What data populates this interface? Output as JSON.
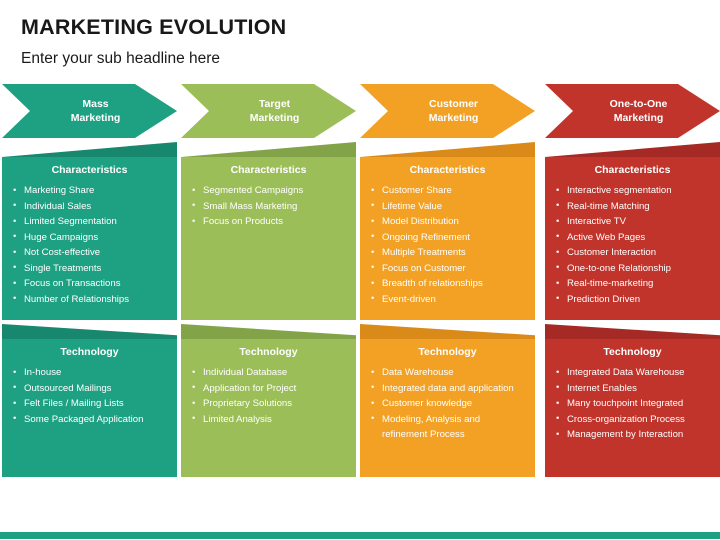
{
  "header": {
    "title": "MARKETING EVOLUTION",
    "subtitle": "Enter your sub headline here"
  },
  "labels": {
    "characteristics": "Characteristics",
    "technology": "Technology"
  },
  "theme": {
    "accent_bar": "#1DA182",
    "title_color": "#181818",
    "bullet_color": "#FFFFFF"
  },
  "columns": [
    {
      "id": "mass-marketing",
      "arrow_label": "Mass\nMarketing",
      "color": "#1DA182",
      "fold_color": "#17886E",
      "characteristics_title": "Characteristics",
      "characteristics": [
        "Marketing Share",
        "Individual Sales",
        "Limited Segmentation",
        "Huge Campaigns",
        "Not Cost-effective",
        "Single Treatments",
        "Focus on Transactions",
        "Number of Relationships"
      ],
      "technology_title": "Technology",
      "technology": [
        "In-house",
        "Outsourced Mailings",
        "Felt Files / Mailing Lists",
        "Some Packaged Application"
      ]
    },
    {
      "id": "target-marketing",
      "arrow_label": "Target\nMarketing",
      "color": "#9CBE58",
      "fold_color": "#82A348",
      "characteristics_title": "Characteristics",
      "characteristics": [
        "Segmented Campaigns",
        "Small Mass Marketing",
        "Focus on Products"
      ],
      "technology_title": "Technology",
      "technology": [
        "Individual Database",
        "Application for Project",
        "Proprietary Solutions",
        "Limited Analysis"
      ]
    },
    {
      "id": "customer-marketing",
      "arrow_label": "Customer\nMarketing",
      "color": "#F3A124",
      "fold_color": "#D98A18",
      "characteristics_title": "Characteristics",
      "characteristics": [
        "Customer Share",
        "Lifetime Value",
        "Model Distribution",
        "Ongoing Refinement",
        "Multiple Treatments",
        "Focus on Customer",
        "Breadth of relationships",
        "Event-driven"
      ],
      "technology_title": "Technology",
      "technology": [
        "Data Warehouse",
        "Integrated data and application",
        "Customer knowledge",
        "Modeling, Analysis and refinement Process"
      ]
    },
    {
      "id": "one-to-one-marketing",
      "arrow_label": "One-to-One\nMarketing",
      "color": "#C0342C",
      "fold_color": "#A52A25",
      "characteristics_title": "Characteristics",
      "characteristics": [
        "Interactive segmentation",
        "Real-time Matching",
        "Interactive TV",
        "Active Web Pages",
        "Customer Interaction",
        "One-to-one Relationship",
        "Real-time-marketing",
        "Prediction Driven"
      ],
      "technology_title": "Technology",
      "technology": [
        "Integrated Data Warehouse",
        "Internet Enables",
        "Many touchpoint Integrated",
        "Cross-organization Process",
        "Management by Interaction"
      ]
    }
  ]
}
